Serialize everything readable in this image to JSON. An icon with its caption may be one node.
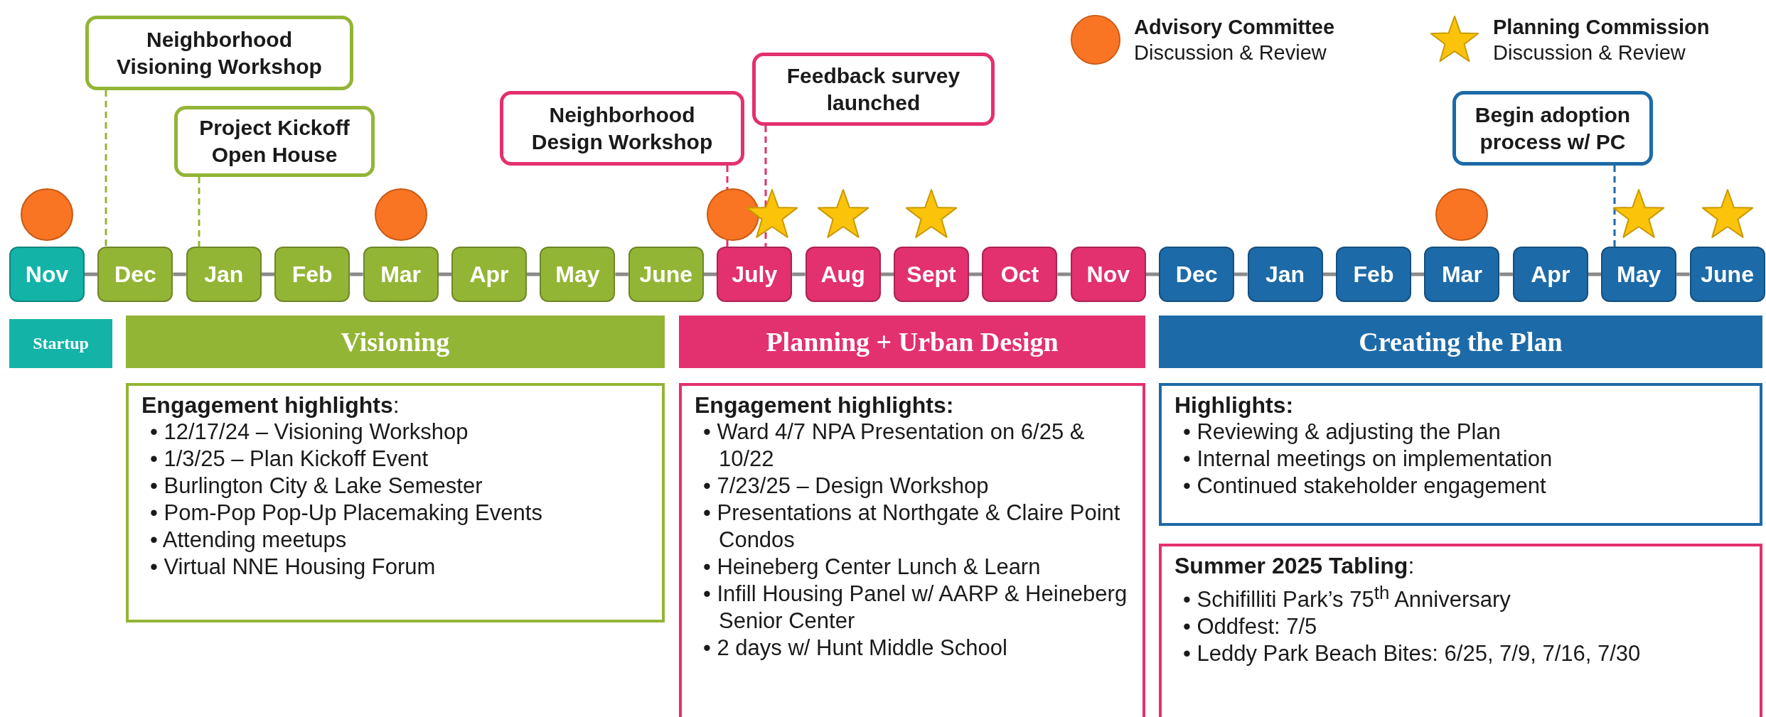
{
  "diagram": {
    "nodes": [
      {
        "text": [
          "Neighborhood Visioning Workshop"
        ]
      },
      {
        "text": [
          "Project Kickoff Open House"
        ]
      },
      {
        "text": [
          "Neighborhood Design Workshop"
        ]
      },
      {
        "text": [
          "Feedback survey launched"
        ]
      },
      {
        "text": [
          "Begin adoption process w/ PC"
        ]
      },
      {
        "text": [],
        "shape": "circle"
      },
      {
        "text": [],
        "shape": "circle"
      },
      {
        "text": [],
        "shape": "circle"
      },
      {
        "text": [],
        "shape": "star"
      },
      {
        "text": [],
        "shape": "star"
      },
      {
        "text": [],
        "shape": "star"
      },
      {
        "text": [],
        "shape": "circle"
      },
      {
        "text": [],
        "shape": "star"
      },
      {
        "text": [],
        "shape": "star"
      },
      {
        "text": [
          "Nov"
        ]
      },
      {
        "text": [
          "Dec"
        ]
      },
      {
        "text": [
          "Jan"
        ]
      },
      {
        "text": [
          "Feb"
        ]
      },
      {
        "text": [
          "Mar"
        ]
      },
      {
        "text": [
          "Apr"
        ]
      },
      {
        "text": [
          "May"
        ]
      },
      {
        "text": [
          "June"
        ]
      },
      {
        "text": [
          "July"
        ]
      },
      {
        "text": [
          "Aug"
        ]
      },
      {
        "text": [
          "Sept"
        ]
      },
      {
        "text": [
          "Oct"
        ]
      },
      {
        "text": [
          "Nov"
        ]
      },
      {
        "text": [
          "Dec"
        ]
      },
      {
        "text": [
          "Jan"
        ]
      },
      {
        "text": [
          "Feb"
        ]
      },
      {
        "text": [
          "Mar"
        ]
      },
      {
        "text": [
          "Apr"
        ]
      },
      {
        "text": [
          "May"
        ]
      },
      {
        "text": [
          "June"
        ]
      },
      {
        "text": [
          "Startup"
        ]
      },
      {
        "text": [
          "Visioning"
        ]
      },
      {
        "text": [
          "Planning + Urban Design"
        ]
      },
      {
        "text": [
          "Creating the Plan"
        ]
      },
      {
        "text": [
          "**Engagement highlights**:",
          "• 12/17/24 – Visioning Workshop",
          "• 1/3/25 – Plan Kickoff Event",
          "• Burlington City & Lake Semester",
          "• Pom-Pop Pop-Up Placemaking Events",
          "• Attending meetups",
          "• Virtual NNE Housing Forum"
        ]
      },
      {
        "text": [
          "**Engagement highlights:**",
          "• Ward 4/7 NPA Presentation on 6/25 & 10/22",
          "• 7/23/25 – Design Workshop",
          "• Presentations at Northgate & Claire Point Condos",
          "• Heineberg Center Lunch & Learn",
          "• Infill Housing Panel w/ AARP & Heineberg Senior Center",
          "• 2 days w/ Hunt Middle School"
        ]
      },
      {
        "text": [
          "**Highlights:**",
          "• Reviewing & adjusting the Plan",
          "• Internal meetings on implementation",
          "• Continued stakeholder engagement"
        ]
      },
      {
        "text": [
          "**Summer 2025 Tabling**:",
          "• Schifilliti Park’s 75$^{th}$ Anniversary",
          "• Oddfest: 7/5",
          "• Leddy Park Beach Bites: 6/25, 7/9, 7/16, 7/30"
        ]
      }
    ],
    "edges": [
      {
        "from": 0,
        "to": 15,
        "arrow": "none",
        "style": "dashed",
        "color": "#93b535"
      },
      {
        "from": 1,
        "to": 16,
        "arrow": "none",
        "style": "dashed",
        "color": "#93b535"
      },
      {
        "from": 2,
        "to": 22,
        "arrow": "none",
        "style": "dashed",
        "color": "#e3306f"
      },
      {
        "from": 3,
        "to": 22,
        "arrow": "none",
        "style": "dashed",
        "color": "#e3306f"
      },
      {
        "from": 4,
        "to": 32,
        "arrow": "none",
        "style": "dashed",
        "color": "#1d6aa8"
      },
      {
        "from": 14,
        "to": 15,
        "arrow": "none"
      },
      {
        "from": 15,
        "to": 16,
        "arrow": "none"
      },
      {
        "from": 16,
        "to": 17,
        "arrow": "none"
      },
      {
        "from": 17,
        "to": 18,
        "arrow": "none"
      },
      {
        "from": 18,
        "to": 19,
        "arrow": "none"
      },
      {
        "from": 19,
        "to": 20,
        "arrow": "none"
      },
      {
        "from": 20,
        "to": 21,
        "arrow": "none"
      },
      {
        "from": 21,
        "to": 22,
        "arrow": "none"
      },
      {
        "from": 22,
        "to": 23,
        "arrow": "none"
      },
      {
        "from": 23,
        "to": 24,
        "arrow": "none"
      },
      {
        "from": 24,
        "to": 25,
        "arrow": "none"
      },
      {
        "from": 25,
        "to": 26,
        "arrow": "none"
      },
      {
        "from": 26,
        "to": 27,
        "arrow": "none"
      },
      {
        "from": 27,
        "to": 28,
        "arrow": "none"
      },
      {
        "from": 28,
        "to": 29,
        "arrow": "none"
      },
      {
        "from": 29,
        "to": 30,
        "arrow": "none"
      },
      {
        "from": 30,
        "to": 31,
        "arrow": "none"
      },
      {
        "from": 31,
        "to": 32,
        "arrow": "none"
      },
      {
        "from": 32,
        "to": 33,
        "arrow": "none"
      }
    ],
    "legend": [
      {
        "text": "**Advisory Committee** Discussion & Review"
      },
      {
        "text": "**Planning Commission** Discussion & Review"
      }
    ]
  }
}
